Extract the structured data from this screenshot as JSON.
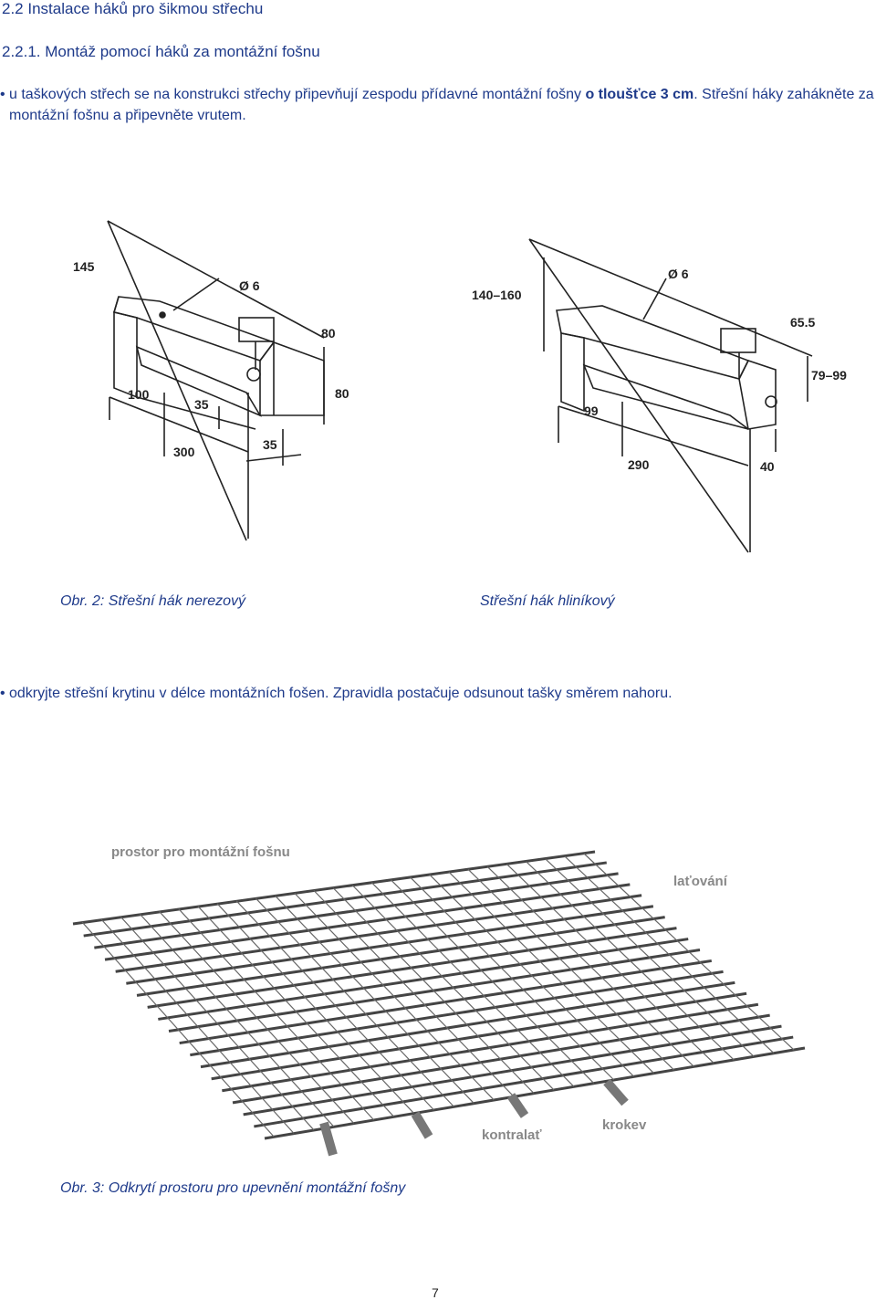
{
  "section_title": "2.2 Instalace háků pro šikmou střechu",
  "subsection_title": "2.2.1. Montáž pomocí háků za montážní fošnu",
  "paragraph1": {
    "bullet": "•",
    "text_before": "u taškových střech se na konstrukci střechy připevňují zespodu přídavné montážní fošny ",
    "text_bold": "o tloušťce 3 cm",
    "text_after": ". Střešní háky zahákněte za montážní fošnu a připevněte vrutem."
  },
  "figure2": {
    "left_labels": {
      "dim_145": "145",
      "dim_d6": "Ø 6",
      "dim_80a": "80",
      "dim_80b": "80",
      "dim_100": "100",
      "dim_35a": "35",
      "dim_300": "300",
      "dim_35b": "35"
    },
    "right_labels": {
      "dim_140_160": "140–160",
      "dim_d6": "Ø 6",
      "dim_65_5": "65.5",
      "dim_79_99": "79–99",
      "dim_99": "99",
      "dim_290": "290",
      "dim_40": "40"
    },
    "caption_left": "Obr. 2: Střešní hák nerezový",
    "caption_right": "Střešní hák hliníkový"
  },
  "paragraph2": {
    "bullet": "•",
    "text": "odkryjte střešní krytinu v délce montážních fošen. Zpravidla postačuje odsunout tašky směrem nahoru."
  },
  "figure3": {
    "label_space": "prostor pro montážní fošnu",
    "label_battens": "laťování",
    "label_rafter": "krokev",
    "label_counter": "kontralať",
    "caption": "Obr. 3: Odkrytí prostoru pro upevnění montážní fošny"
  },
  "page_number": "7"
}
